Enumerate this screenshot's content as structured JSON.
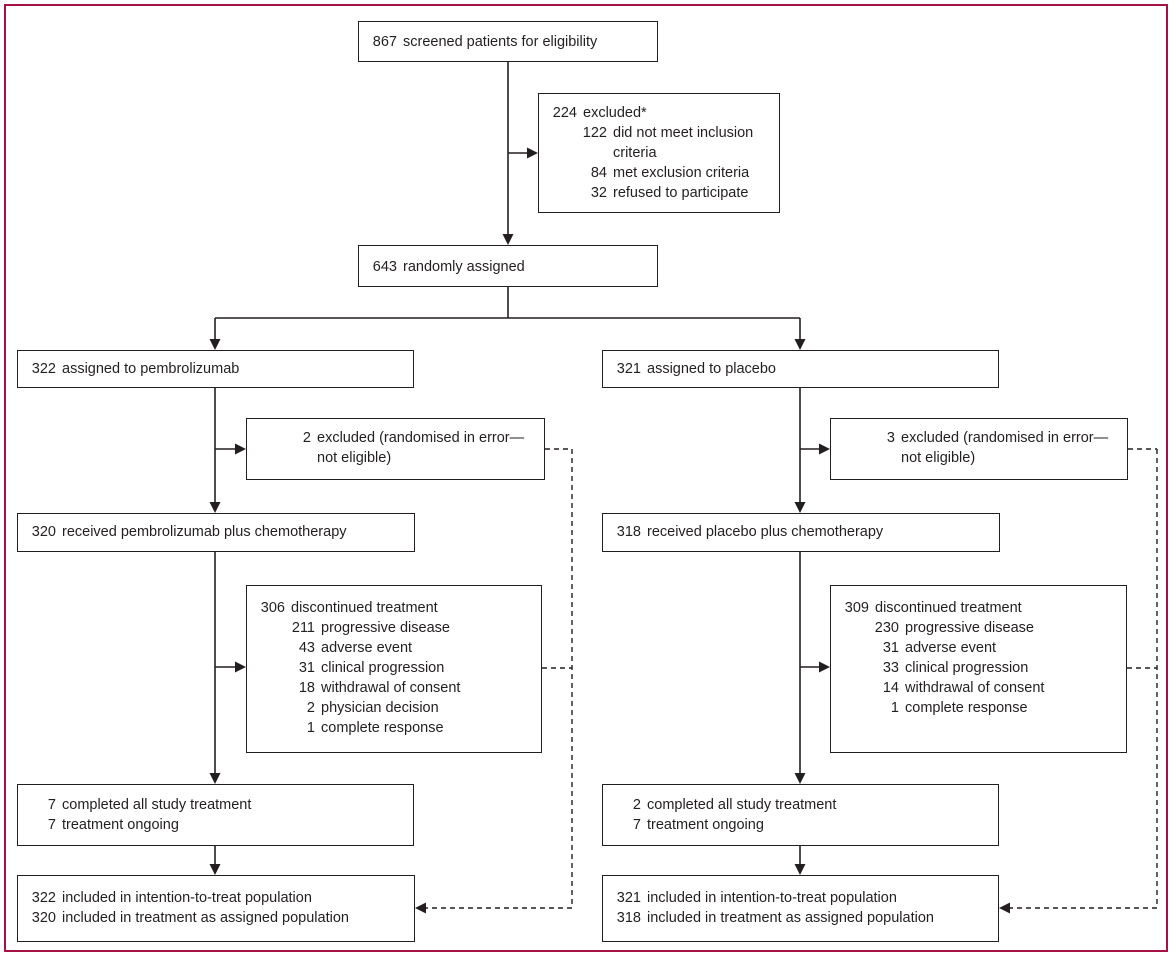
{
  "figure": {
    "type": "consort-flow-diagram",
    "border_color": "#A51140",
    "line_color": "#231F20",
    "background": "#FFFFFF"
  },
  "screening": {
    "screened": {
      "num": "867",
      "label": "screened patients for eligibility"
    },
    "excluded": {
      "num": "224",
      "label": "excluded*",
      "reasons": [
        {
          "num": "122",
          "label": "did not meet inclusion criteria"
        },
        {
          "num": "84",
          "label": "met exclusion criteria"
        },
        {
          "num": "32",
          "label": "refused to participate"
        }
      ]
    },
    "randomized": {
      "num": "643",
      "label": "randomly assigned"
    }
  },
  "pembrolizumab_arm": {
    "assigned": {
      "num": "322",
      "label": "assigned to pembrolizumab"
    },
    "excluded": {
      "num": "2",
      "label": "excluded (randomised in error—not eligible)"
    },
    "received": {
      "num": "320",
      "label": "received pembrolizumab plus chemotherapy"
    },
    "discontinued": {
      "num": "306",
      "label": "discontinued treatment",
      "reasons": [
        {
          "num": "211",
          "label": "progressive disease"
        },
        {
          "num": "43",
          "label": "adverse event"
        },
        {
          "num": "31",
          "label": "clinical progression"
        },
        {
          "num": "18",
          "label": "withdrawal of consent"
        },
        {
          "num": "2",
          "label": "physician decision"
        },
        {
          "num": "1",
          "label": "complete response"
        }
      ]
    },
    "completed": {
      "rows": [
        {
          "num": "7",
          "label": "completed all study treatment"
        },
        {
          "num": "7",
          "label": "treatment ongoing"
        }
      ]
    },
    "analysis": {
      "rows": [
        {
          "num": "322",
          "label": "included in intention-to-treat population"
        },
        {
          "num": "320",
          "label": "included in treatment as assigned population"
        }
      ]
    }
  },
  "placebo_arm": {
    "assigned": {
      "num": "321",
      "label": "assigned to placebo"
    },
    "excluded": {
      "num": "3",
      "label": "excluded (randomised in error—not eligible)"
    },
    "received": {
      "num": "318",
      "label": "received placebo plus chemotherapy"
    },
    "discontinued": {
      "num": "309",
      "label": "discontinued treatment",
      "reasons": [
        {
          "num": "230",
          "label": "progressive disease"
        },
        {
          "num": "31",
          "label": "adverse event"
        },
        {
          "num": "33",
          "label": "clinical progression"
        },
        {
          "num": "14",
          "label": "withdrawal of consent"
        },
        {
          "num": "1",
          "label": "complete response"
        }
      ]
    },
    "completed": {
      "rows": [
        {
          "num": "2",
          "label": "completed all study treatment"
        },
        {
          "num": "7",
          "label": "treatment ongoing"
        }
      ]
    },
    "analysis": {
      "rows": [
        {
          "num": "321",
          "label": "included in intention-to-treat population"
        },
        {
          "num": "318",
          "label": "included in treatment as assigned population"
        }
      ]
    }
  }
}
